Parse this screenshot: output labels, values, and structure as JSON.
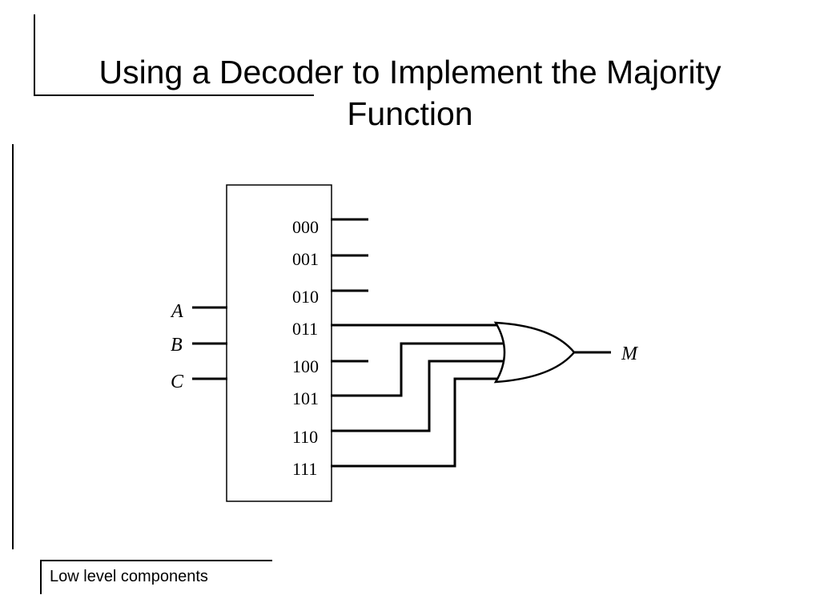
{
  "slide": {
    "title_line1": "Using a Decoder to Implement the Majority",
    "title_line2": "Function",
    "footer": "Low level components"
  },
  "decoder": {
    "inputs": [
      "A",
      "B",
      "C"
    ],
    "outputs": [
      "000",
      "001",
      "010",
      "011",
      "100",
      "101",
      "110",
      "111"
    ],
    "connected_to_or": [
      "011",
      "101",
      "110",
      "111"
    ]
  },
  "or_gate": {
    "output_label": "M"
  },
  "colors": {
    "line": "#000000",
    "background": "#ffffff"
  }
}
